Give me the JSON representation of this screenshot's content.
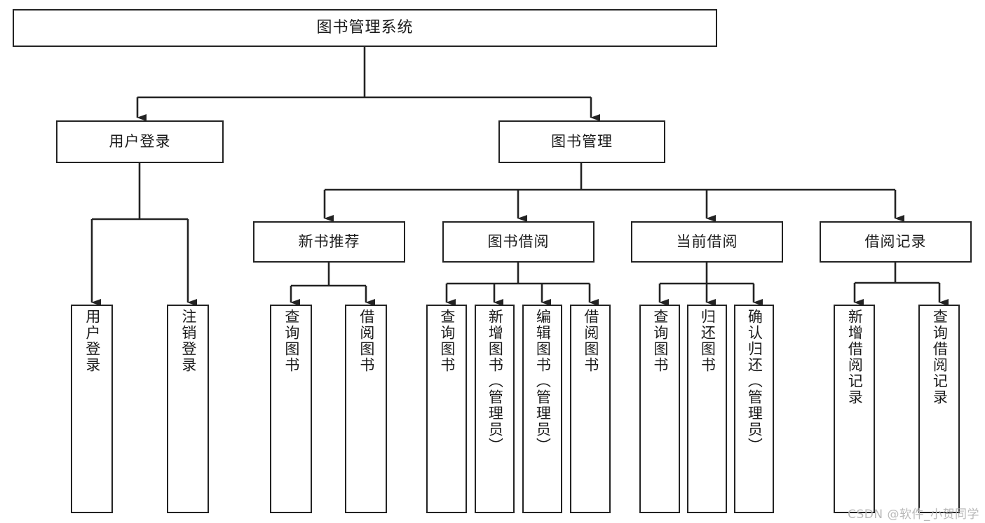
{
  "diagram": {
    "title": "图书管理系统",
    "watermark": "CSDN @软件_小贺同学",
    "colors": {
      "box_border": "#232323",
      "box_fill": "#ffffff",
      "line": "#232323",
      "text": "#1b1b1b",
      "watermark": "#b9b9b9"
    },
    "levels": {
      "level1": [
        {
          "id": "root",
          "label": "图书管理系统",
          "orientation": "horizontal"
        }
      ],
      "level2": [
        {
          "id": "user-login",
          "label": "用户登录",
          "orientation": "horizontal"
        },
        {
          "id": "book-manage",
          "label": "图书管理",
          "orientation": "horizontal"
        }
      ],
      "level3": [
        {
          "id": "new-book-recommend",
          "label": "新书推荐",
          "orientation": "horizontal"
        },
        {
          "id": "book-borrow",
          "label": "图书借阅",
          "orientation": "horizontal"
        },
        {
          "id": "current-borrow",
          "label": "当前借阅",
          "orientation": "horizontal"
        },
        {
          "id": "borrow-record",
          "label": "借阅记录",
          "orientation": "horizontal"
        }
      ],
      "level4": [
        {
          "id": "leaf-user-login",
          "label": "用户登录",
          "orientation": "vertical",
          "parent": "user-login"
        },
        {
          "id": "leaf-logout-login",
          "label": "注销登录",
          "orientation": "vertical",
          "parent": "user-login"
        },
        {
          "id": "leaf-query-book-1",
          "label": "查询图书",
          "orientation": "vertical",
          "parent": "new-book-recommend"
        },
        {
          "id": "leaf-borrow-book-1",
          "label": "借阅图书",
          "orientation": "vertical",
          "parent": "new-book-recommend"
        },
        {
          "id": "leaf-query-book-2",
          "label": "查询图书",
          "orientation": "vertical",
          "parent": "book-borrow"
        },
        {
          "id": "leaf-add-book",
          "label": "新增图书（管理员）",
          "orientation": "vertical",
          "parent": "book-borrow"
        },
        {
          "id": "leaf-edit-book",
          "label": "编辑图书（管理员）",
          "orientation": "vertical",
          "parent": "book-borrow"
        },
        {
          "id": "leaf-borrow-book-2",
          "label": "借阅图书",
          "orientation": "vertical",
          "parent": "book-borrow"
        },
        {
          "id": "leaf-query-book-3",
          "label": "查询图书",
          "orientation": "vertical",
          "parent": "current-borrow"
        },
        {
          "id": "leaf-return-book",
          "label": "归还图书",
          "orientation": "vertical",
          "parent": "current-borrow"
        },
        {
          "id": "leaf-confirm-return",
          "label": "确认归还（管理员）",
          "orientation": "vertical",
          "parent": "current-borrow"
        },
        {
          "id": "leaf-add-record",
          "label": "新增借阅记录",
          "orientation": "vertical",
          "parent": "borrow-record"
        },
        {
          "id": "leaf-query-record",
          "label": "查询借阅记录",
          "orientation": "vertical",
          "parent": "borrow-record"
        }
      ]
    }
  }
}
